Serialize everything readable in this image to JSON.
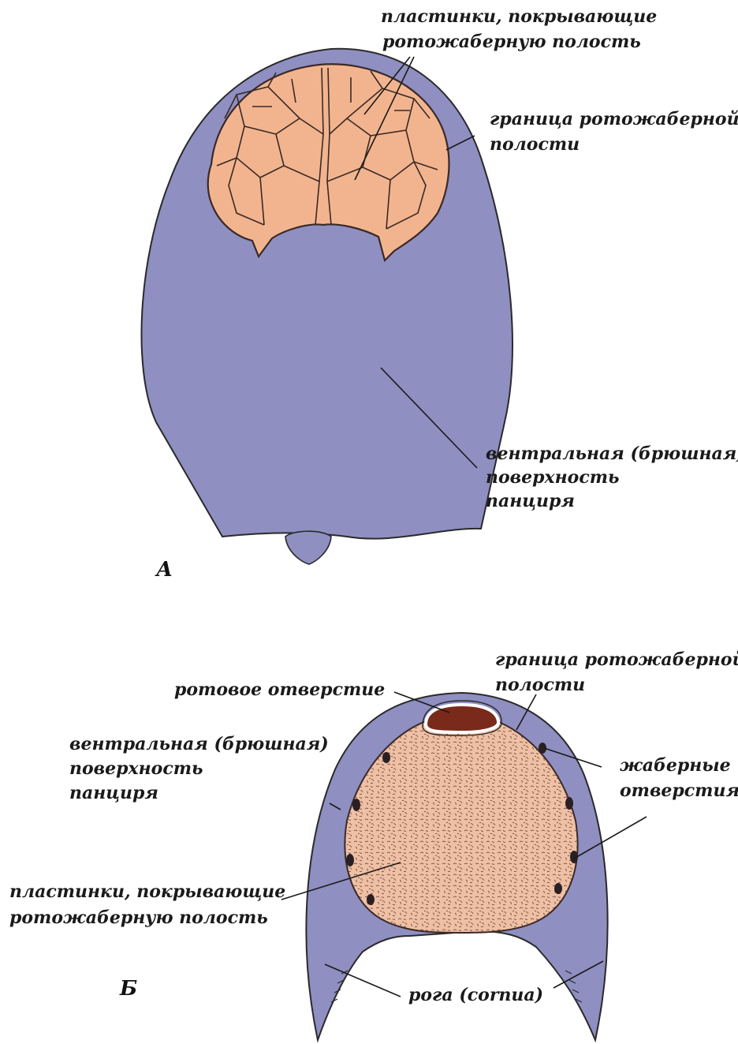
{
  "colors": {
    "shield": "#8f8fc2",
    "shield_outline": "#2a2a2a",
    "plates": "#f2b48f",
    "plates_outline": "#3a2a26",
    "mouth": "#7a2a1a",
    "gill_opening": "#2a2024"
  },
  "figure_a": {
    "letter": "А",
    "label_plates": [
      "пластинки, покрывающие",
      "ротожаберную полость"
    ],
    "label_border": [
      "граница ротожаберной",
      "полости"
    ],
    "label_ventral": [
      "вентральная (брюшная)",
      "поверхность",
      "панциря"
    ]
  },
  "figure_b": {
    "letter": "Б",
    "label_border": [
      "граница ротожаберной",
      "полости"
    ],
    "label_mouth": "ротовое отверстие",
    "label_ventral": [
      "вентральная (брюшная)",
      "поверхность",
      "панциря"
    ],
    "label_gills": [
      "жаберные",
      "отверстия"
    ],
    "label_plates": [
      "пластинки, покрывающие",
      "ротожаберную полость"
    ],
    "label_horns": "рога (cornua)"
  }
}
